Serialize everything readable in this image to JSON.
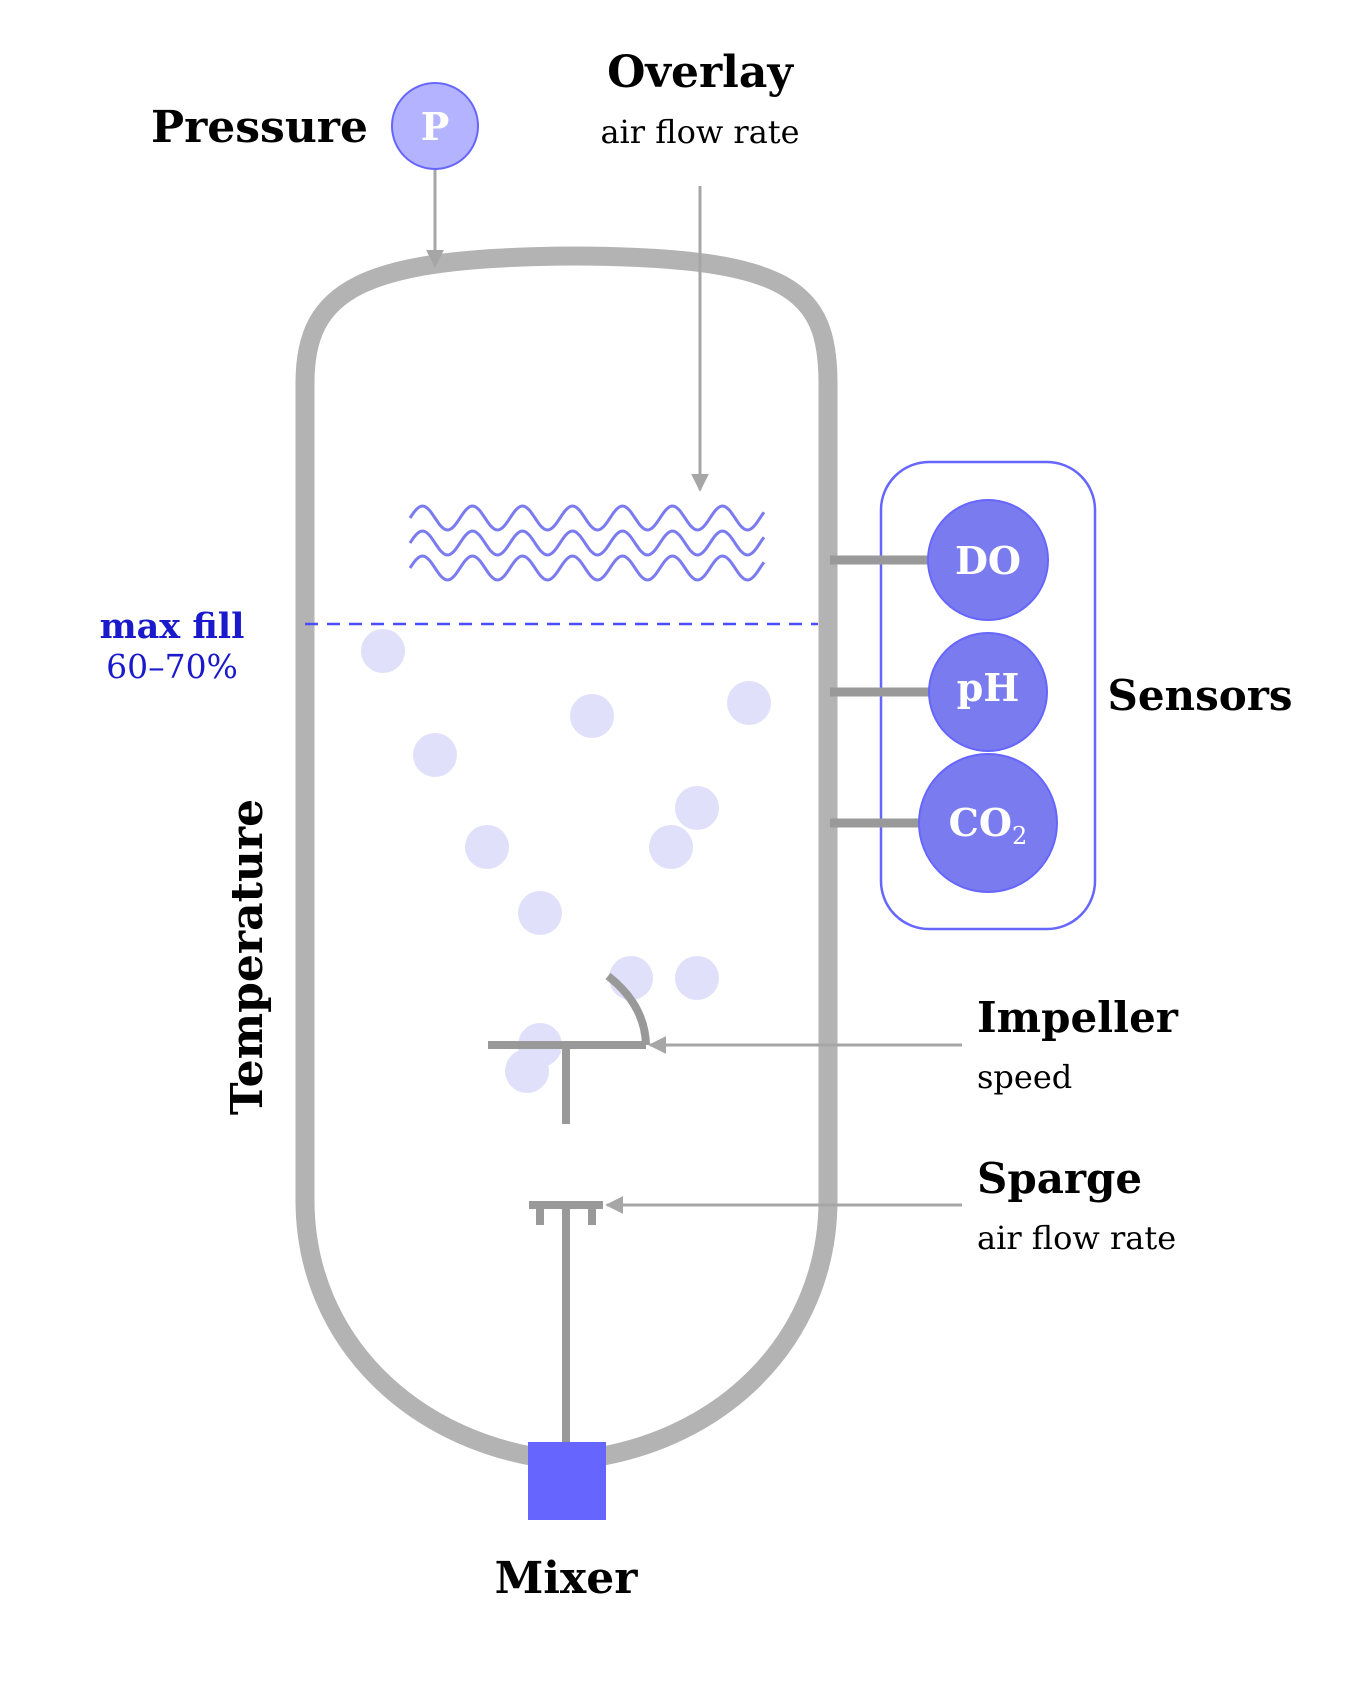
{
  "labels": {
    "pressure": "Pressure",
    "pressure_symbol": "P",
    "overlay_title": "Overlay",
    "overlay_sub": "air flow rate",
    "max_fill_title": "max fill",
    "max_fill_value": "60–70%",
    "sensors": "Sensors",
    "impeller_title": "Impeller",
    "impeller_sub": "speed",
    "sparge_title": "Sparge",
    "sparge_sub": "air flow rate",
    "temperature": "Temperature",
    "mixer": "Mixer"
  },
  "sensors": [
    {
      "label": "DO",
      "sub": ""
    },
    {
      "label": "pH",
      "sub": ""
    },
    {
      "label": "CO",
      "sub": "2"
    }
  ],
  "colors": {
    "vessel": "#b3b3b3",
    "arrow": "#a6a6a6",
    "accent": "#6666ff",
    "sensor_fill": "#7b7bf0",
    "pressure_fill": "#b3b3ff",
    "bubble": "#e0e0fa",
    "fill_line": "#4d4dff",
    "fill_text": "#1a1acc",
    "mixer_box": "#6666ff"
  }
}
